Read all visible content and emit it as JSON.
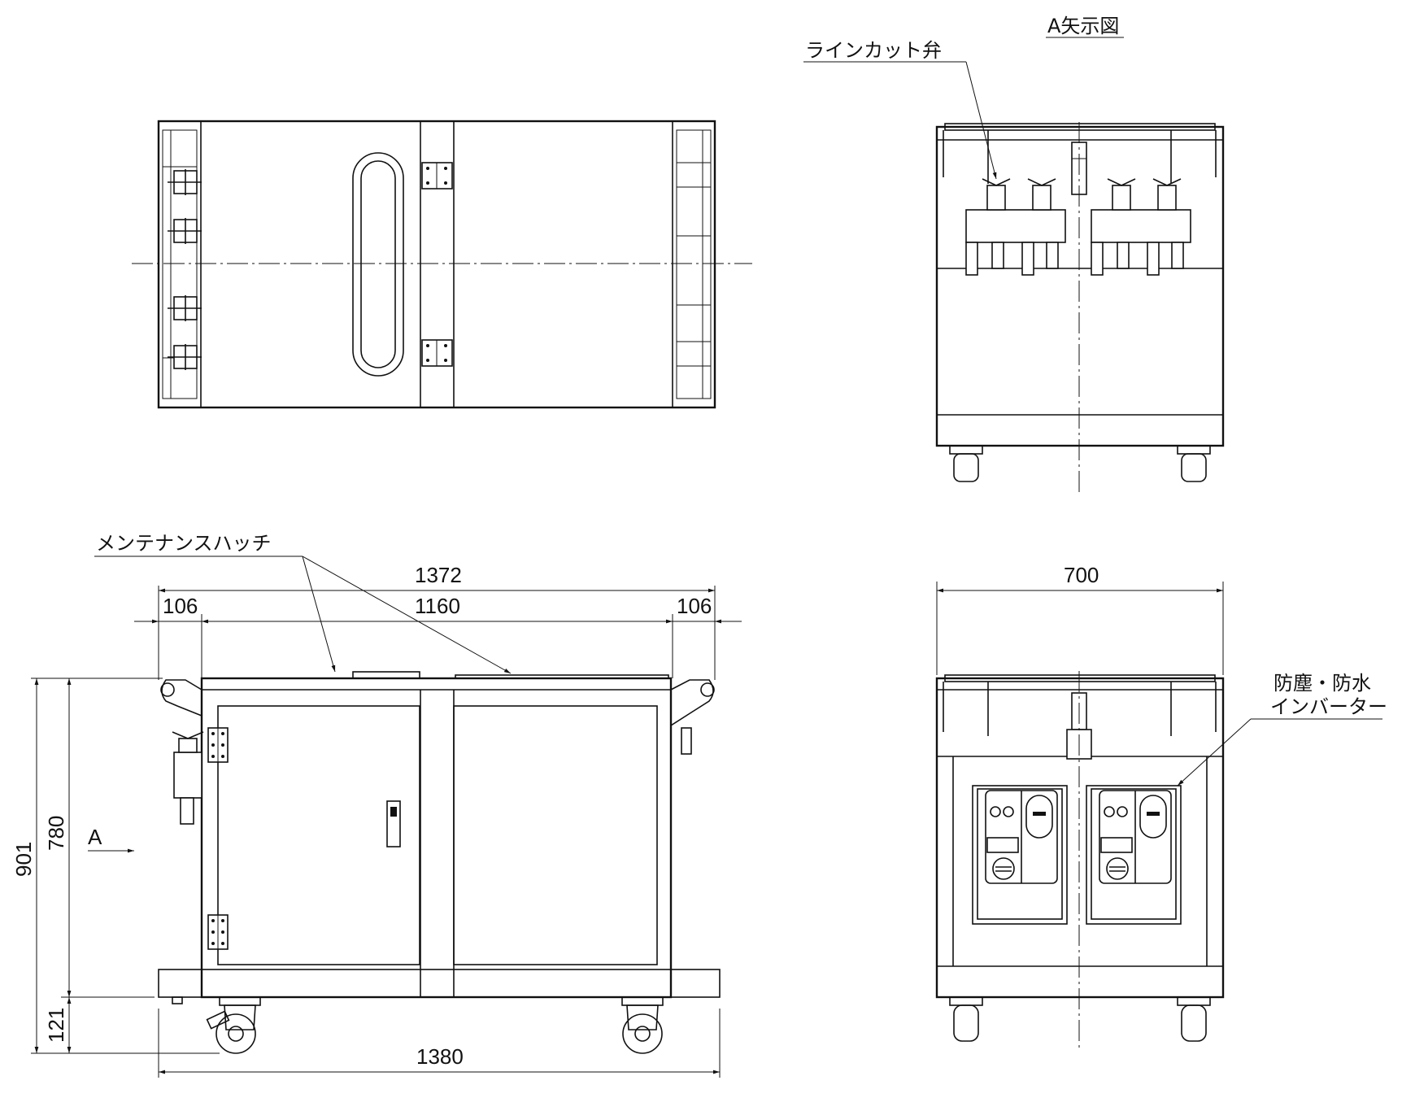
{
  "labels": {
    "view_a": "A矢示図",
    "line_cut_valve": "ラインカット弁",
    "maintenance_hatch": "メンテナンスハッチ",
    "inverter_line1": "防塵・防水",
    "inverter_line2": "インバーター",
    "arrow_a": "A"
  },
  "dimensions": {
    "overall_length": "1372",
    "inner_length": "1160",
    "left_ear": "106",
    "right_ear": "106",
    "base_length": "1380",
    "front_width": "700",
    "total_height": "901",
    "body_height": "780",
    "caster_height": "121"
  }
}
